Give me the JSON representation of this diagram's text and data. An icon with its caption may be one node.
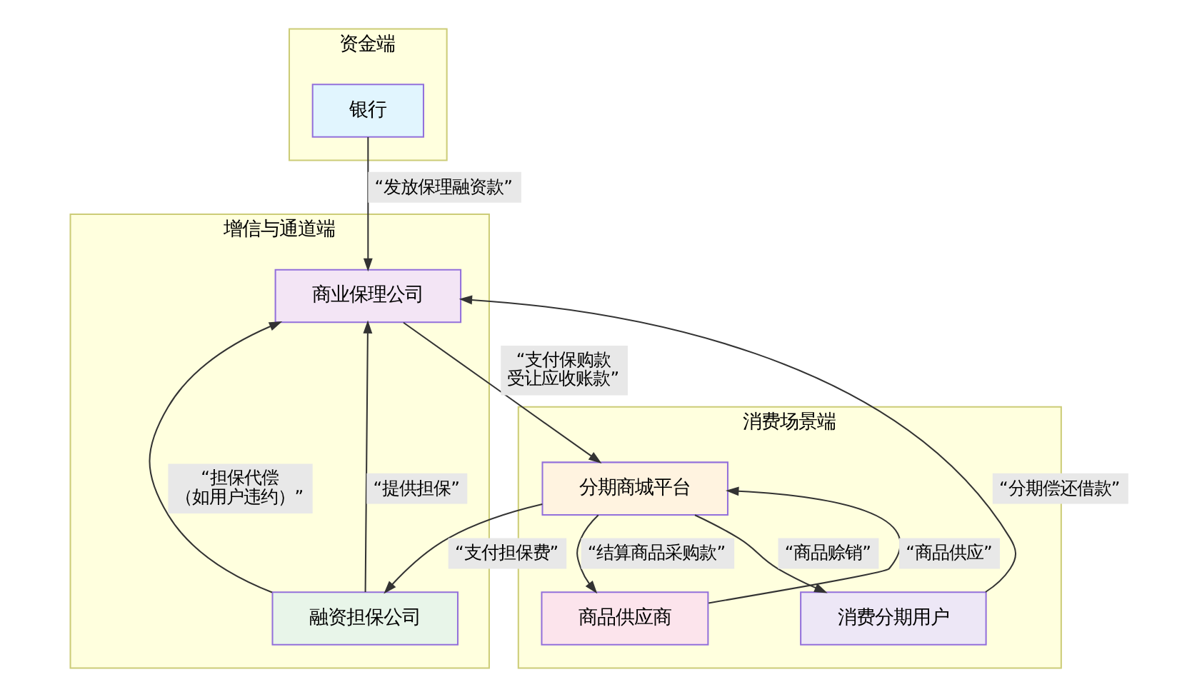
{
  "diagram": {
    "nodes": [
      {
        "text": [
          "资金端"
        ]
      },
      {
        "text": [
          "银行"
        ],
        "in": 0
      },
      {
        "text": [
          "增信与通道端"
        ]
      },
      {
        "text": [
          "商业保理公司"
        ],
        "in": 2
      },
      {
        "text": [
          "消费场景端"
        ]
      },
      {
        "text": [
          "分期商城平台"
        ],
        "in": 4
      },
      {
        "text": [
          "商品供应商"
        ],
        "in": 4
      },
      {
        "text": [
          "消费分期用户"
        ],
        "in": 4
      },
      {
        "text": [
          "融资担保公司"
        ],
        "in": 2
      }
    ],
    "edges": [
      {
        "from": 1,
        "to": 3,
        "arrow": "to",
        "label": "“发放保理融资款”"
      },
      {
        "from": 3,
        "to": 5,
        "arrow": "to",
        "label": "“支付保购款受让应收账款”"
      },
      {
        "from": 7,
        "to": 3,
        "arrow": "to",
        "label": "“分期偿还借款”"
      },
      {
        "from": 8,
        "to": 3,
        "arrow": "to",
        "label": "“担保代偿（如用户违约）”"
      },
      {
        "from": 8,
        "to": 3,
        "arrow": "to",
        "label": "“提供担保”"
      },
      {
        "from": 6,
        "to": 5,
        "arrow": "to",
        "label": "“商品供应”"
      },
      {
        "from": 5,
        "to": 6,
        "arrow": "to",
        "label": "“结算商品采购款”"
      },
      {
        "from": 5,
        "to": 7,
        "arrow": "to",
        "label": "“商品赊销”"
      },
      {
        "from": 5,
        "to": 8,
        "arrow": "to",
        "label": "“支付担保费”"
      }
    ]
  }
}
